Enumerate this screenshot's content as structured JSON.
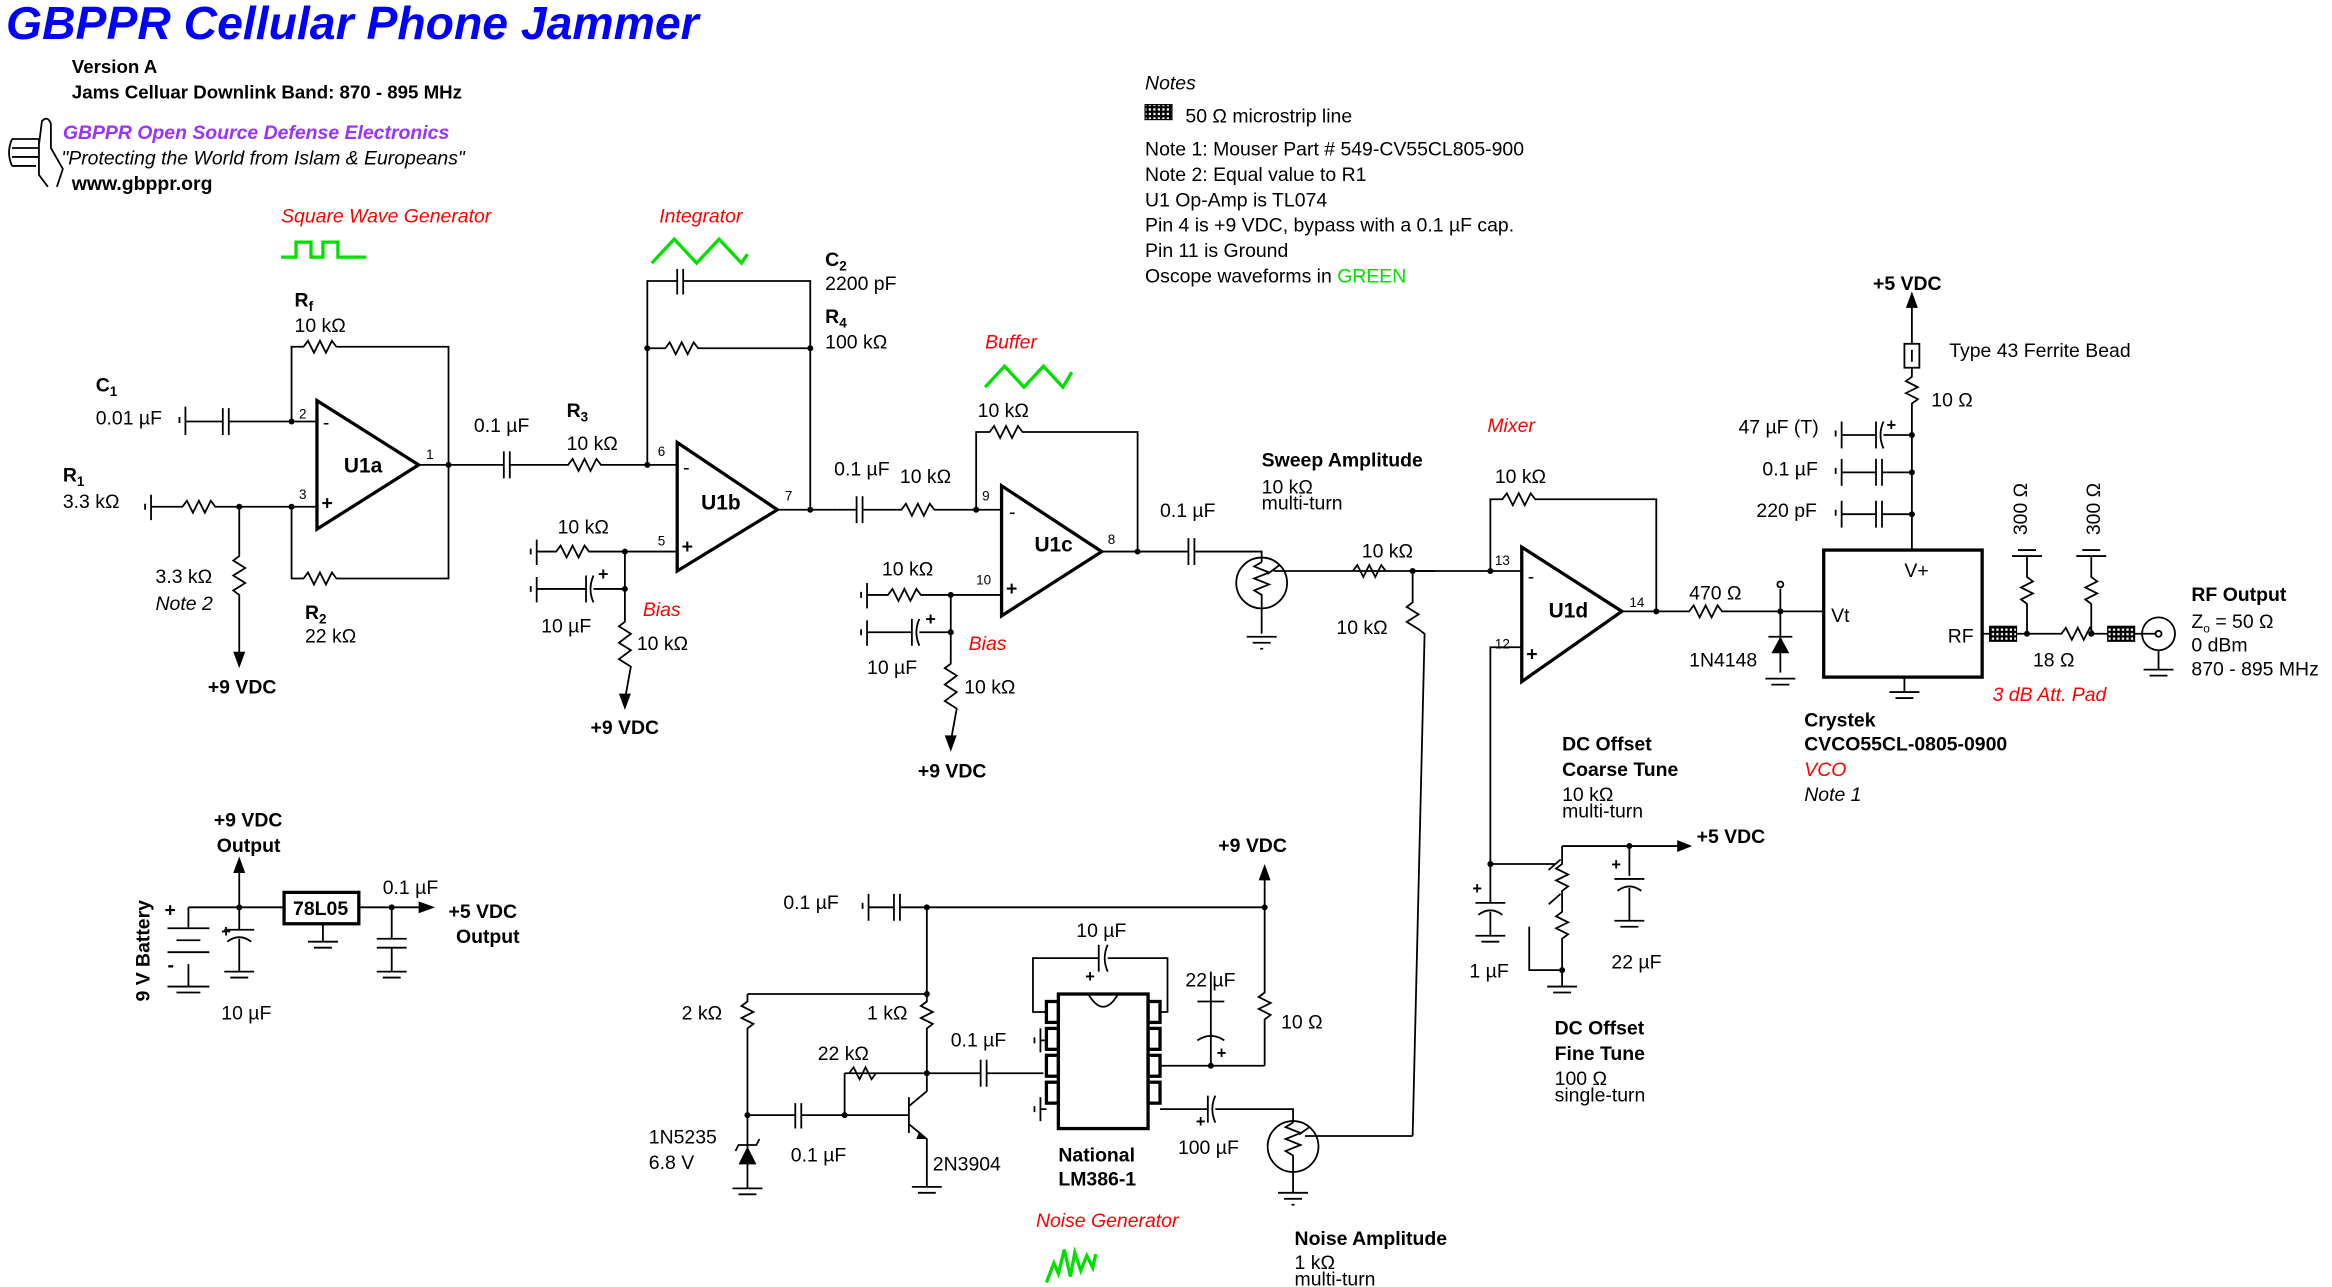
{
  "header": {
    "title": "GBPPR Cellular Phone Jammer",
    "version": "Version A",
    "band": "Jams Celluar Downlink Band: 870 - 895 MHz",
    "org": "GBPPR Open Source Defense Electronics",
    "slogan": "\"Protecting the World from Islam & Europeans\"",
    "url": "www.gbppr.org"
  },
  "colors": {
    "title": "#0000ff",
    "org": "#9933ff",
    "section_label": "#ff0000",
    "waveform": "#00e000"
  },
  "notes": {
    "heading": "Notes",
    "microstrip": "50 Ω microstrip line",
    "lines": [
      "Note 1: Mouser Part # 549-CV55CL805-900",
      "Note 2: Equal value to R1",
      "U1 Op-Amp is TL074",
      "Pin 4 is +9 VDC, bypass with a 0.1 µF cap.",
      "Pin 11 is Ground"
    ],
    "oscope_prefix": "Oscope waveforms in ",
    "oscope_green": "GREEN"
  },
  "sections": {
    "square": "Square Wave Generator",
    "integrator": "Integrator",
    "buffer": "Buffer",
    "mixer": "Mixer",
    "bias": "Bias",
    "noise": "Noise Generator",
    "vco": "VCO",
    "att_pad": "3 dB Att. Pad"
  },
  "u1a": {
    "label": "U1a",
    "c1_name": "C",
    "c1_sub": "1",
    "c1_value": "0.01 µF",
    "r1_name": "R",
    "r1_sub": "1",
    "r1_value": "3.3 kΩ",
    "rf_name": "R",
    "rf_sub": "f",
    "rf_value": "10 kΩ",
    "r2_name": "R",
    "r2_sub": "2",
    "r2_value": "22 kΩ",
    "rdiv_value": "3.3 kΩ",
    "rdiv_note": "Note 2",
    "supply": "+9 VDC",
    "pins": [
      "2",
      "3",
      "1"
    ]
  },
  "u1b": {
    "label": "U1b",
    "cin_value": "0.1 µF",
    "r3_name": "R",
    "r3_sub": "3",
    "r3_value": "10 kΩ",
    "c2_name": "C",
    "c2_sub": "2",
    "c2_value": "2200 pF",
    "r4_name": "R",
    "r4_sub": "4",
    "r4_value": "100 kΩ",
    "bias_r1": "10 kΩ",
    "bias_c": "10 µF",
    "bias_r2": "10 kΩ",
    "supply": "+9 VDC",
    "pins": [
      "6",
      "5",
      "7"
    ]
  },
  "u1c": {
    "label": "U1c",
    "cin_value": "0.1 µF",
    "rin_value": "10 kΩ",
    "rfb_value": "10 kΩ",
    "bias_r1": "10 kΩ",
    "bias_c": "10 µF",
    "bias_r2": "10 kΩ",
    "supply": "+9 VDC",
    "cout_value": "0.1 µF",
    "pins": [
      "9",
      "10",
      "8"
    ]
  },
  "sweep": {
    "title": "Sweep Amplitude",
    "value": "10 kΩ",
    "type": "multi-turn",
    "r_series": "10 kΩ",
    "r_shunt": "10 kΩ"
  },
  "u1d": {
    "label": "U1d",
    "rfb_value": "10 kΩ",
    "pins": [
      "13",
      "12",
      "14"
    ],
    "rout_value": "470 Ω",
    "diode": "1N4148"
  },
  "dc_offset": {
    "coarse_title1": "DC Offset",
    "coarse_title2": "Coarse Tune",
    "coarse_value": "10 kΩ",
    "coarse_type": "multi-turn",
    "fine_title1": "DC Offset",
    "fine_title2": "Fine Tune",
    "fine_value": "100 Ω",
    "fine_type": "single-turn",
    "c_left": "1 µF",
    "c_right": "22 µF",
    "supply": "+5 VDC"
  },
  "vco": {
    "supply": "+5 VDC",
    "bead": "Type 43 Ferrite Bead",
    "r_value": "10 Ω",
    "caps": [
      "47 µF (T)",
      "0.1 µF",
      "220 pF"
    ],
    "pin_vplus": "V+",
    "pin_vt": "Vt",
    "pin_rf": "RF",
    "maker": "Crystek",
    "part": "CVCO55CL-0805-0900",
    "note": "Note 1"
  },
  "pad": {
    "r_shunt1": "300 Ω",
    "r_shunt2": "300 Ω",
    "r_series": "18 Ω"
  },
  "rf_output": {
    "title": "RF Output",
    "z_prefix": "Z",
    "z_sub": "o",
    "z_value": " = 50 Ω",
    "power": "0 dBm",
    "freq": "870 - 895 MHz"
  },
  "power": {
    "battery": "9 V Battery",
    "out9_1": "+9 VDC",
    "out9_2": "Output",
    "reg": "78L05",
    "c_in": "10 µF",
    "c_out": "0.1 µF",
    "out5_1": "+5 VDC",
    "out5_2": "Output"
  },
  "noise": {
    "supply": "+9 VDC",
    "c_bypass": "0.1 µF",
    "r_zener": "2 kΩ",
    "zener": "1N5235",
    "zener_v": "6.8 V",
    "c_couple": "0.1 µF",
    "r_bias": "22 kΩ",
    "r_coll": "1 kΩ",
    "transistor": "2N3904",
    "c_in": "0.1 µF",
    "c_gain": "10 µF",
    "c_bypass2": "22 µF",
    "r_supply": "10 Ω",
    "c_out": "100 µF",
    "ic1": "National",
    "ic2": "LM386-1",
    "amp_title": "Noise Amplitude",
    "amp_value": "1 kΩ",
    "amp_type": "multi-turn"
  }
}
